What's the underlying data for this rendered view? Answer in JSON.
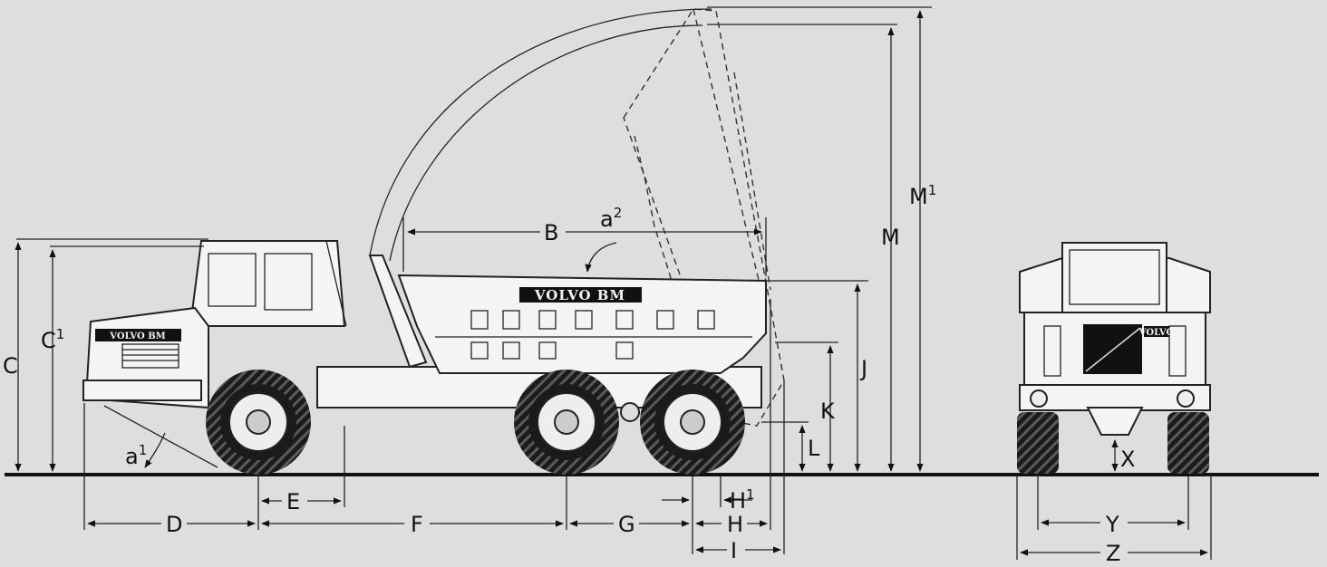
{
  "brand": {
    "dump_body": "VOLVO BM",
    "hood": "VOLVO BM",
    "rear_view": "VOLVO"
  },
  "dimensions": {
    "A1": "a",
    "A1_sup": "1",
    "A2": "a",
    "A2_sup": "2",
    "B": "B",
    "C": "C",
    "C1": "C",
    "C1_sup": "1",
    "D": "D",
    "E": "E",
    "F": "F",
    "G": "G",
    "H": "H",
    "H1": "H",
    "H1_sup": "1",
    "I": "I",
    "J": "J",
    "K": "K",
    "L": "L",
    "M": "M",
    "M1": "M",
    "M1_sup": "1",
    "X": "X",
    "Y": "Y",
    "Z": "Z"
  },
  "colors": {
    "background": "#dedede",
    "line": "#111111",
    "tyre": "#1b1b1b",
    "body": "#f4f4f2"
  }
}
